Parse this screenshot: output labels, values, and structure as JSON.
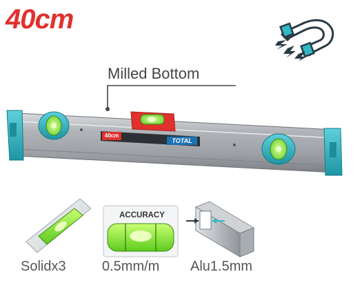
{
  "product": {
    "size_label": "40cm",
    "callout": "Milled Bottom",
    "brand": "TOTAL",
    "body_size_tag": "40cm"
  },
  "features": [
    {
      "label": "Solidx3"
    },
    {
      "label": "0.5mm/m",
      "tag": "ACCURACY"
    },
    {
      "label": "Alu1.5mm"
    }
  ],
  "colors": {
    "accent_red": "#e0312e",
    "teal": "#2fb7c4",
    "vial_green": "#8ee04a",
    "body_gray": "#a9acb0"
  },
  "icons": [
    "magnet-icon"
  ]
}
